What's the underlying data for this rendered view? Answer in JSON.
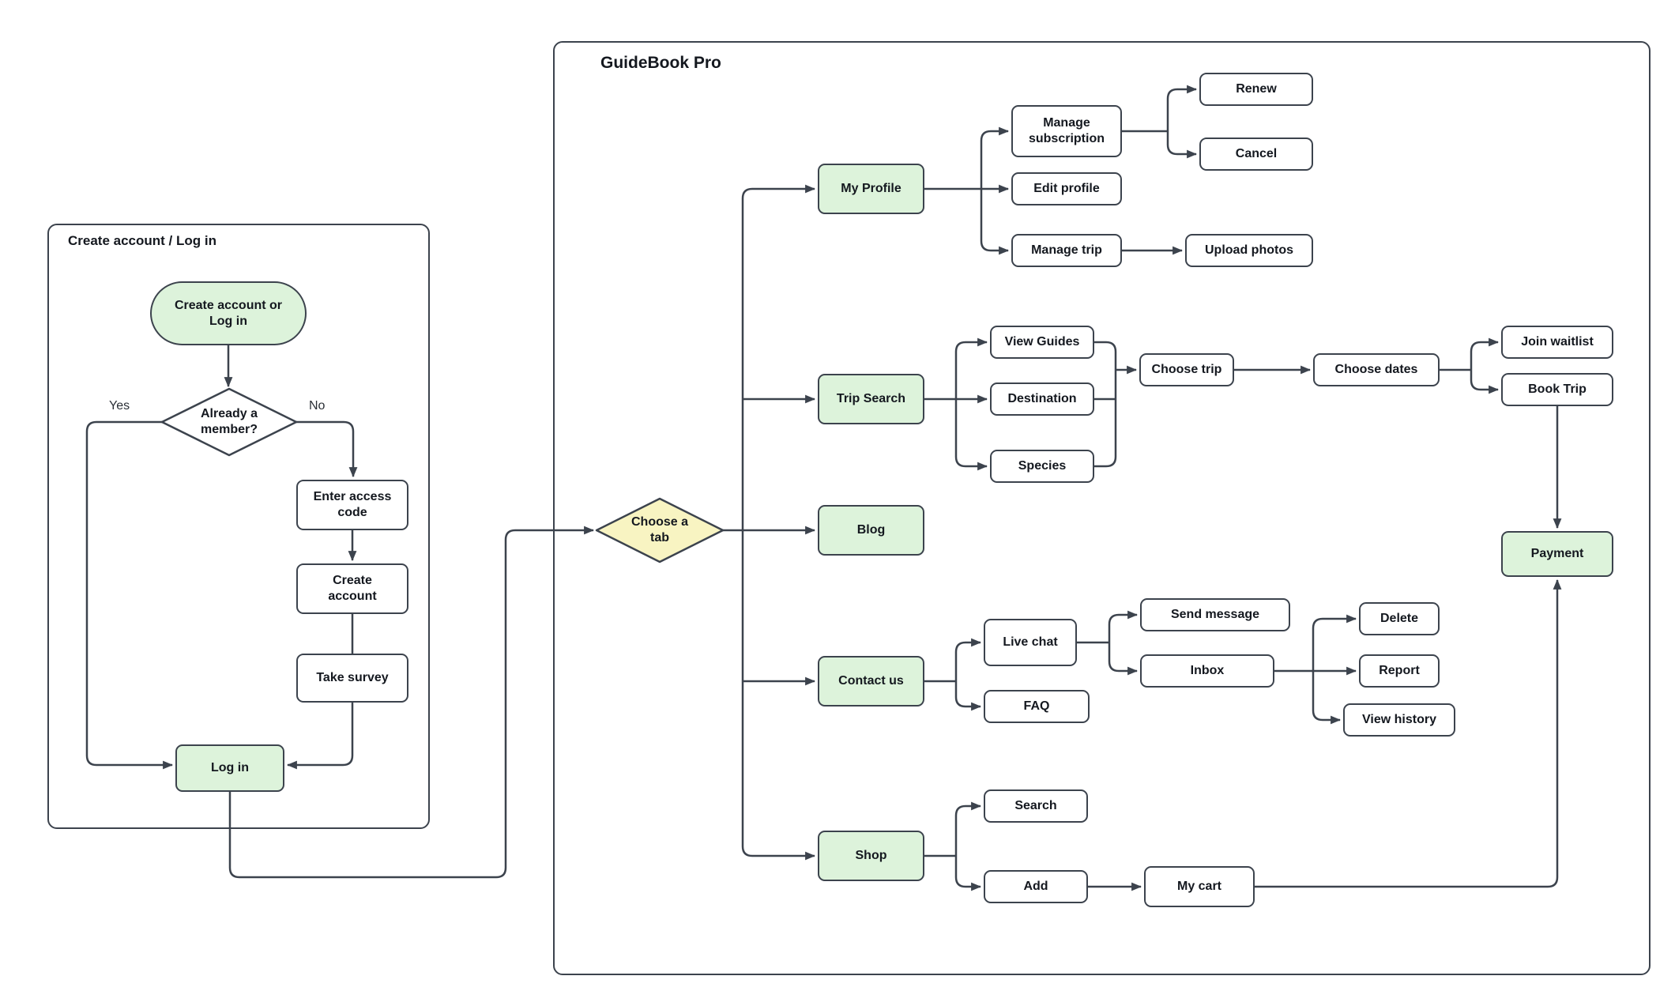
{
  "colors": {
    "green": "#DDF3DB",
    "yellow": "#F8F4C2",
    "stroke": "#3C434D",
    "text": "#14181F",
    "bg": "#FFFFFF"
  },
  "left_panel": {
    "title": "Create account / Log in"
  },
  "main_panel": {
    "title": "GuideBook Pro"
  },
  "edge_labels": {
    "yes": "Yes",
    "no": "No"
  },
  "nodes": {
    "start": "Create account or Log in",
    "already_member": "Already a member?",
    "enter_access_code": "Enter access code",
    "create_account": "Create account",
    "take_survey": "Take survey",
    "log_in": "Log in",
    "choose_a_tab": "Choose a tab",
    "my_profile": "My Profile",
    "manage_subscription": "Manage subscription",
    "edit_profile": "Edit profile",
    "manage_trip": "Manage trip",
    "renew": "Renew",
    "cancel": "Cancel",
    "upload_photos": "Upload photos",
    "trip_search": "Trip Search",
    "view_guides": "View Guides",
    "destination": "Destination",
    "species": "Species",
    "choose_trip": "Choose trip",
    "choose_dates": "Choose dates",
    "join_waitlist": "Join waitlist",
    "book_trip": "Book Trip",
    "payment": "Payment",
    "blog": "Blog",
    "contact_us": "Contact us",
    "live_chat": "Live chat",
    "faq": "FAQ",
    "send_message": "Send message",
    "inbox": "Inbox",
    "delete": "Delete",
    "report": "Report",
    "view_history": "View history",
    "shop": "Shop",
    "search": "Search",
    "add": "Add",
    "my_cart": "My cart"
  }
}
